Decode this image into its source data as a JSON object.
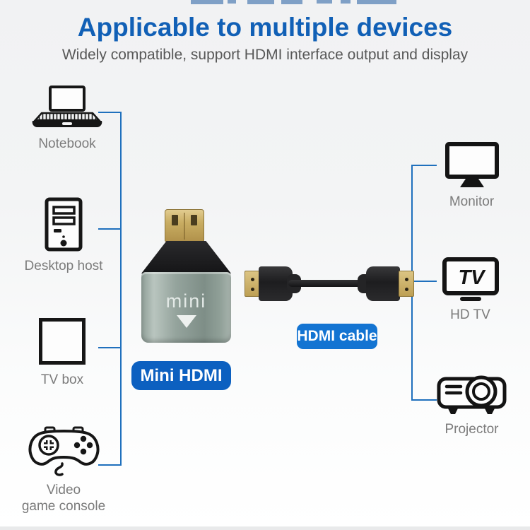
{
  "header": {
    "title": "Applicable to multiple devices",
    "subtitle": "Widely compatible, support HDMI interface output and display"
  },
  "product": {
    "adapter_body_text": "mini",
    "adapter_label": "Mini HDMI",
    "cable_label": "HDMI cable"
  },
  "source_devices": [
    {
      "label": "Notebook",
      "icon": "laptop-icon"
    },
    {
      "label": "Desktop host",
      "icon": "desktop-tower-icon"
    },
    {
      "label": "TV box",
      "icon": "tv-box-icon"
    },
    {
      "label_lines": [
        "Video",
        "game console"
      ],
      "icon": "gamepad-icon"
    }
  ],
  "output_devices": [
    {
      "label": "Monitor",
      "icon": "monitor-icon"
    },
    {
      "label": "HD TV",
      "icon": "hdtv-icon",
      "screen_text": "TV"
    },
    {
      "label": "Projector",
      "icon": "projector-icon"
    }
  ],
  "colors": {
    "title_blue": "#1160b6",
    "subtitle_gray": "#585858",
    "device_label_gray": "#7b7b7b",
    "line_blue": "#1f70bd",
    "mini_hdmi_badge_blue": "#0c60c0",
    "hdmi_cable_badge_blue": "#1374d2",
    "adapter_body_gray_green": "#8e9d96",
    "connector_gold": "#c9ad63",
    "icon_black": "#161616"
  }
}
